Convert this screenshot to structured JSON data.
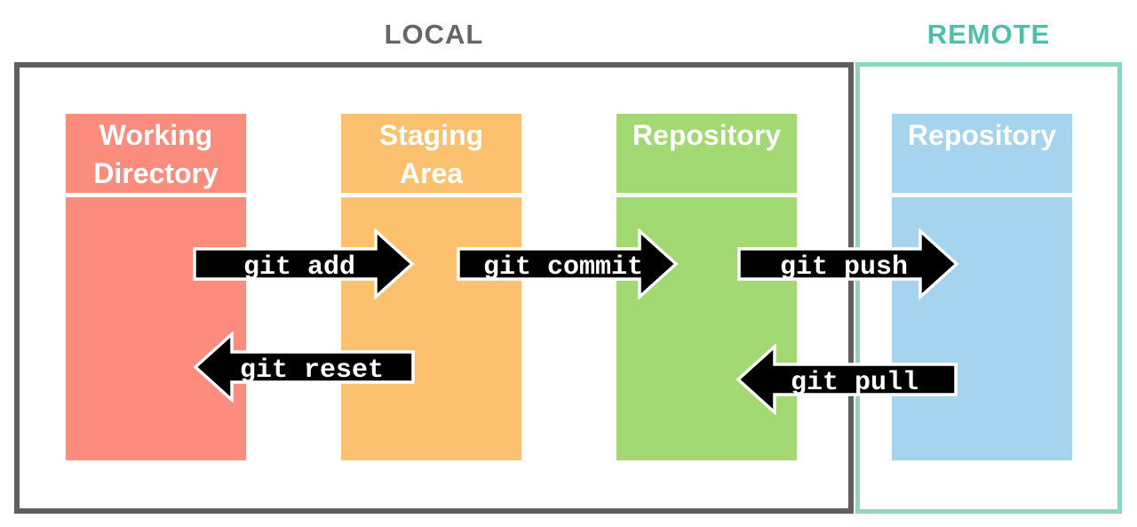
{
  "titles": {
    "local": "LOCAL",
    "remote": "REMOTE"
  },
  "columns": {
    "working": {
      "line1": "Working",
      "line2": "Directory",
      "color": "#fc8c7e"
    },
    "staging": {
      "line1": "Staging",
      "line2": "Area",
      "color": "#fbc16e"
    },
    "local_repo": {
      "line1": "Repository",
      "color": "#a3d973"
    },
    "remote_repo": {
      "line1": "Repository",
      "color": "#a6d3ee"
    }
  },
  "arrows": {
    "add": {
      "label": "git add",
      "direction": "right"
    },
    "commit": {
      "label": "git commit",
      "direction": "right"
    },
    "push": {
      "label": "git push",
      "direction": "right"
    },
    "reset": {
      "label": "git reset",
      "direction": "left"
    },
    "pull": {
      "label": "git pull",
      "direction": "left"
    }
  },
  "colors": {
    "local_border": "#5f5f5f",
    "local_title": "#666666",
    "remote_border": "#8ed4c2",
    "remote_title": "#50bfa7",
    "arrow_fill": "#000000",
    "arrow_outline": "#ffffff",
    "header_text": "#ffffff"
  }
}
